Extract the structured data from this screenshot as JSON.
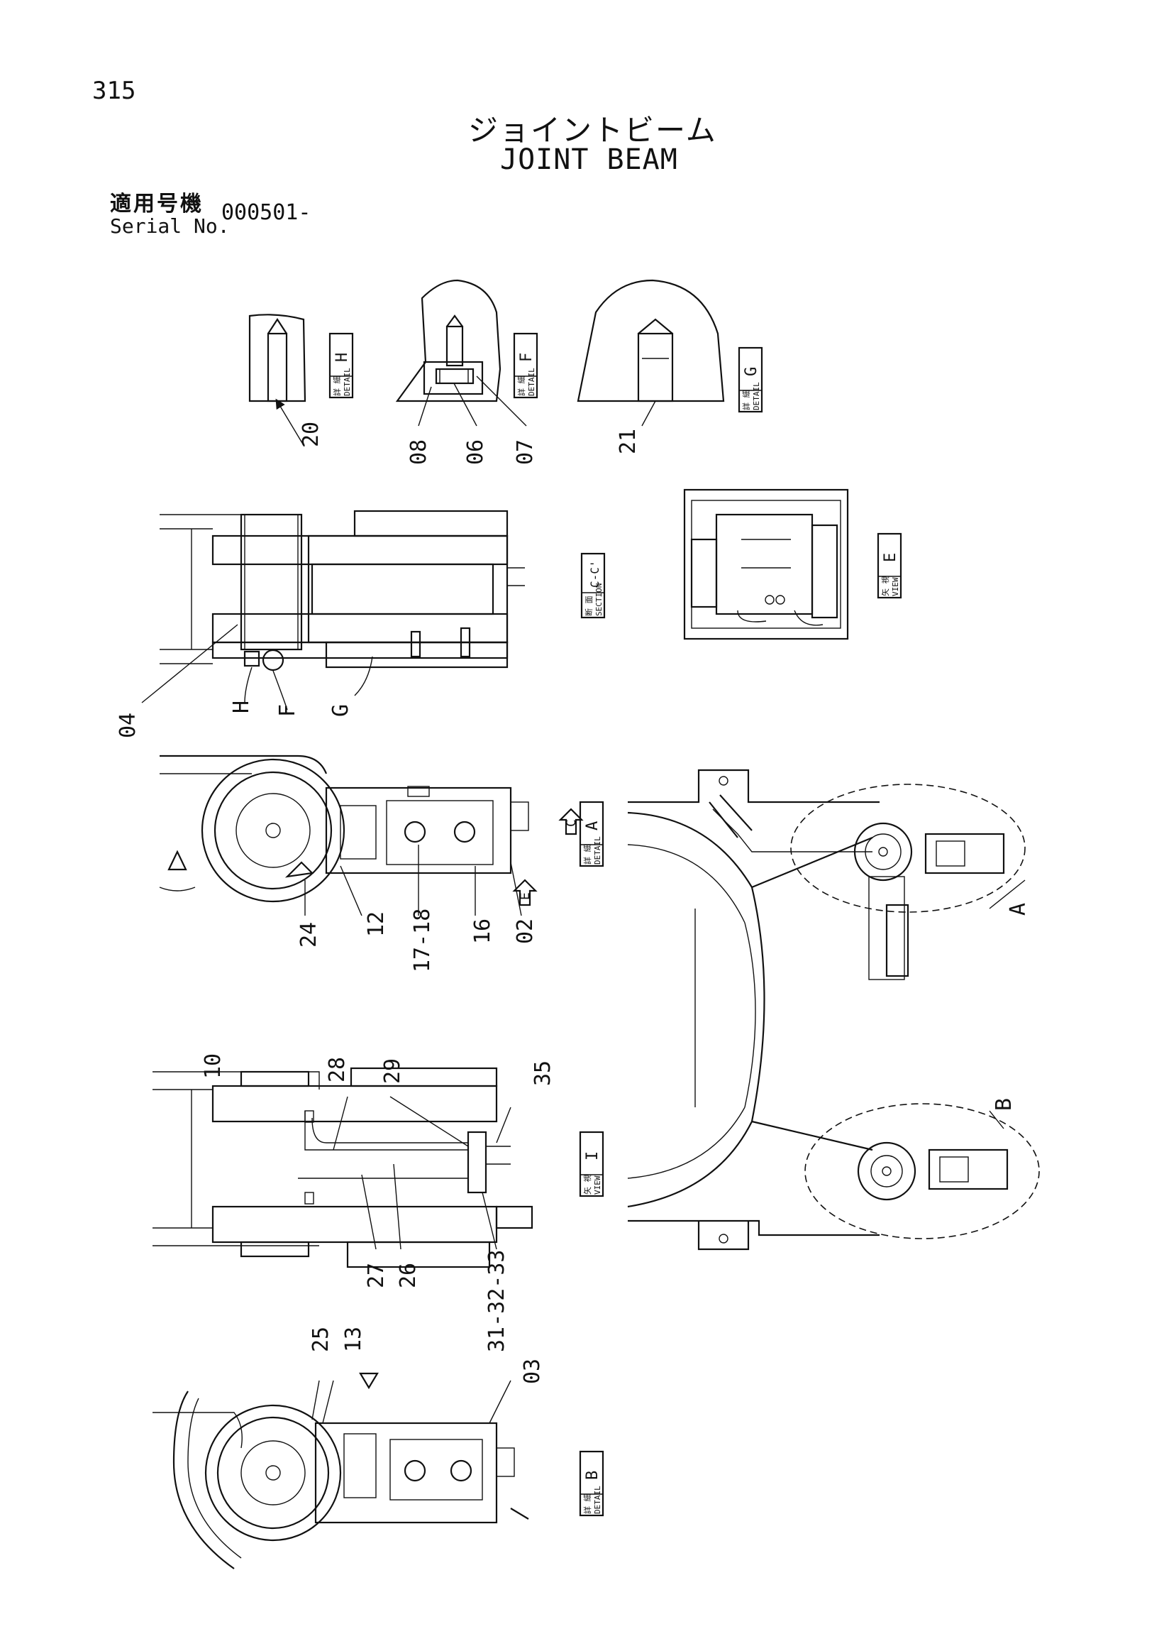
{
  "page": {
    "number": "315",
    "title_jp": "ジョイントビーム",
    "title_en": "JOINT BEAM",
    "serial_label_jp": "適用号機",
    "serial_label_en": "Serial No.",
    "serial_value": "000501-"
  },
  "tags": {
    "detail_H": {
      "jp": "詳 細",
      "en": "DETAIL",
      "letter": "H"
    },
    "detail_F": {
      "jp": "詳 細",
      "en": "DETAIL",
      "letter": "F"
    },
    "detail_G": {
      "jp": "詳 細",
      "en": "DETAIL",
      "letter": "G"
    },
    "section_CC": {
      "jp": "断 面",
      "en": "SECTION",
      "letter": "C-C'"
    },
    "view_E": {
      "jp": "矢 視",
      "en": "VIEW",
      "letter": "E"
    },
    "detail_A": {
      "jp": "詳 細",
      "en": "DETAIL",
      "letter": "A"
    },
    "view_I": {
      "jp": "矢 視",
      "en": "VIEW",
      "letter": "I"
    },
    "detail_B": {
      "jp": "詳 細",
      "en": "DETAIL",
      "letter": "B"
    }
  },
  "callouts": {
    "c20": "20",
    "c08": "08",
    "c06": "06",
    "c07": "07",
    "c21": "21",
    "c04": "04",
    "cH": "H",
    "cF": "F",
    "cG": "G",
    "c24": "24",
    "c12": "12",
    "c17_18": "17-18",
    "c16": "16",
    "c02": "02",
    "c10": "10",
    "c28": "28",
    "c29": "29",
    "c35": "35",
    "c27": "27",
    "c26": "26",
    "c31_32_33": "31-32-33",
    "c25": "25",
    "c13": "13",
    "c03": "03",
    "cA": "A",
    "cB": "B",
    "arrowC": "C",
    "arrowE": "E"
  }
}
